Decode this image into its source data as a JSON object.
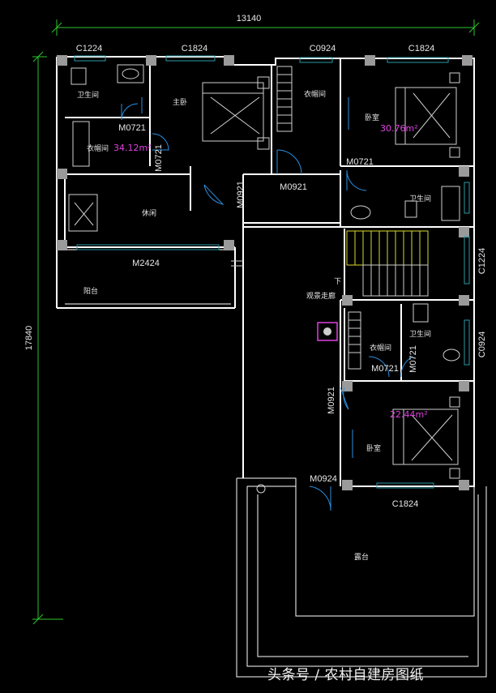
{
  "colors": {
    "wall": "#ffffff",
    "column": "#9a9a9a",
    "window": "#2a9aa6",
    "door": "#2a8fe0",
    "dimension": "#2ec52e",
    "area_text": "#e040e0",
    "stair_highlight": "#d8d830"
  },
  "dimensions": {
    "overall_width": "13140",
    "overall_depth": "17840"
  },
  "windows": {
    "c1224_top": "C1224",
    "c1824_master": "C1824",
    "c0924_closet": "C0924",
    "c1824_bedroom": "C1824",
    "c1224_right": "C1224",
    "c0924_right": "C0924",
    "c1824_bottom": "C1824",
    "m2424": "M2424"
  },
  "doors": {
    "m0721_bath": "M0721",
    "m0721_closet": "M0721",
    "m0721_bedroom": "M0721",
    "m0921_lounge": "M0921",
    "m0921_hall": "M0921",
    "m0721_closet2": "M0721",
    "m0721_bath2": "M0721",
    "m0921_bedroom2": "M0921",
    "m0924_terrace": "M0924"
  },
  "rooms": {
    "bathroom_1": "卫生间",
    "master_bedroom": "主卧",
    "closet_1": "衣帽间",
    "bedroom_1": "卧室",
    "closet_master": "衣帽间",
    "lounge": "休闲",
    "bathroom_2": "卫生间",
    "balcony": "阳台",
    "corridor": "观景走廊",
    "stair_down": "下",
    "closet_2": "衣帽间",
    "bathroom_3": "卫生间",
    "bedroom_2": "卧室",
    "terrace": "露台"
  },
  "areas": {
    "bedroom_1": "30.76m²",
    "master_suite": "34.12m²",
    "bedroom_2": "22.44m²"
  },
  "watermark": "头条号 / 农村自建房图纸"
}
